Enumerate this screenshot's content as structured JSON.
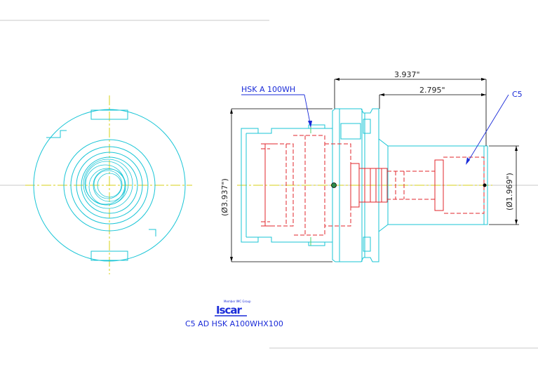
{
  "dimensions": {
    "overall_length": "3.937\"",
    "shank_length": "2.795\"",
    "flange_diameter": "(Ø3.937\")",
    "shank_diameter": "(Ø1.969\")"
  },
  "callouts": {
    "taper": "HSK  A  100WH",
    "shank": "C5"
  },
  "logo": {
    "text": "Iscar",
    "subtitle": "Member IMC Group"
  },
  "part_number": "C5  AD  HSK  A100WHX100",
  "colors": {
    "outline": "#19c5d6",
    "hidden": "#e0262b",
    "centerline": "#d7d117",
    "dimension": "#000000",
    "callout": "#1a2bd8"
  }
}
